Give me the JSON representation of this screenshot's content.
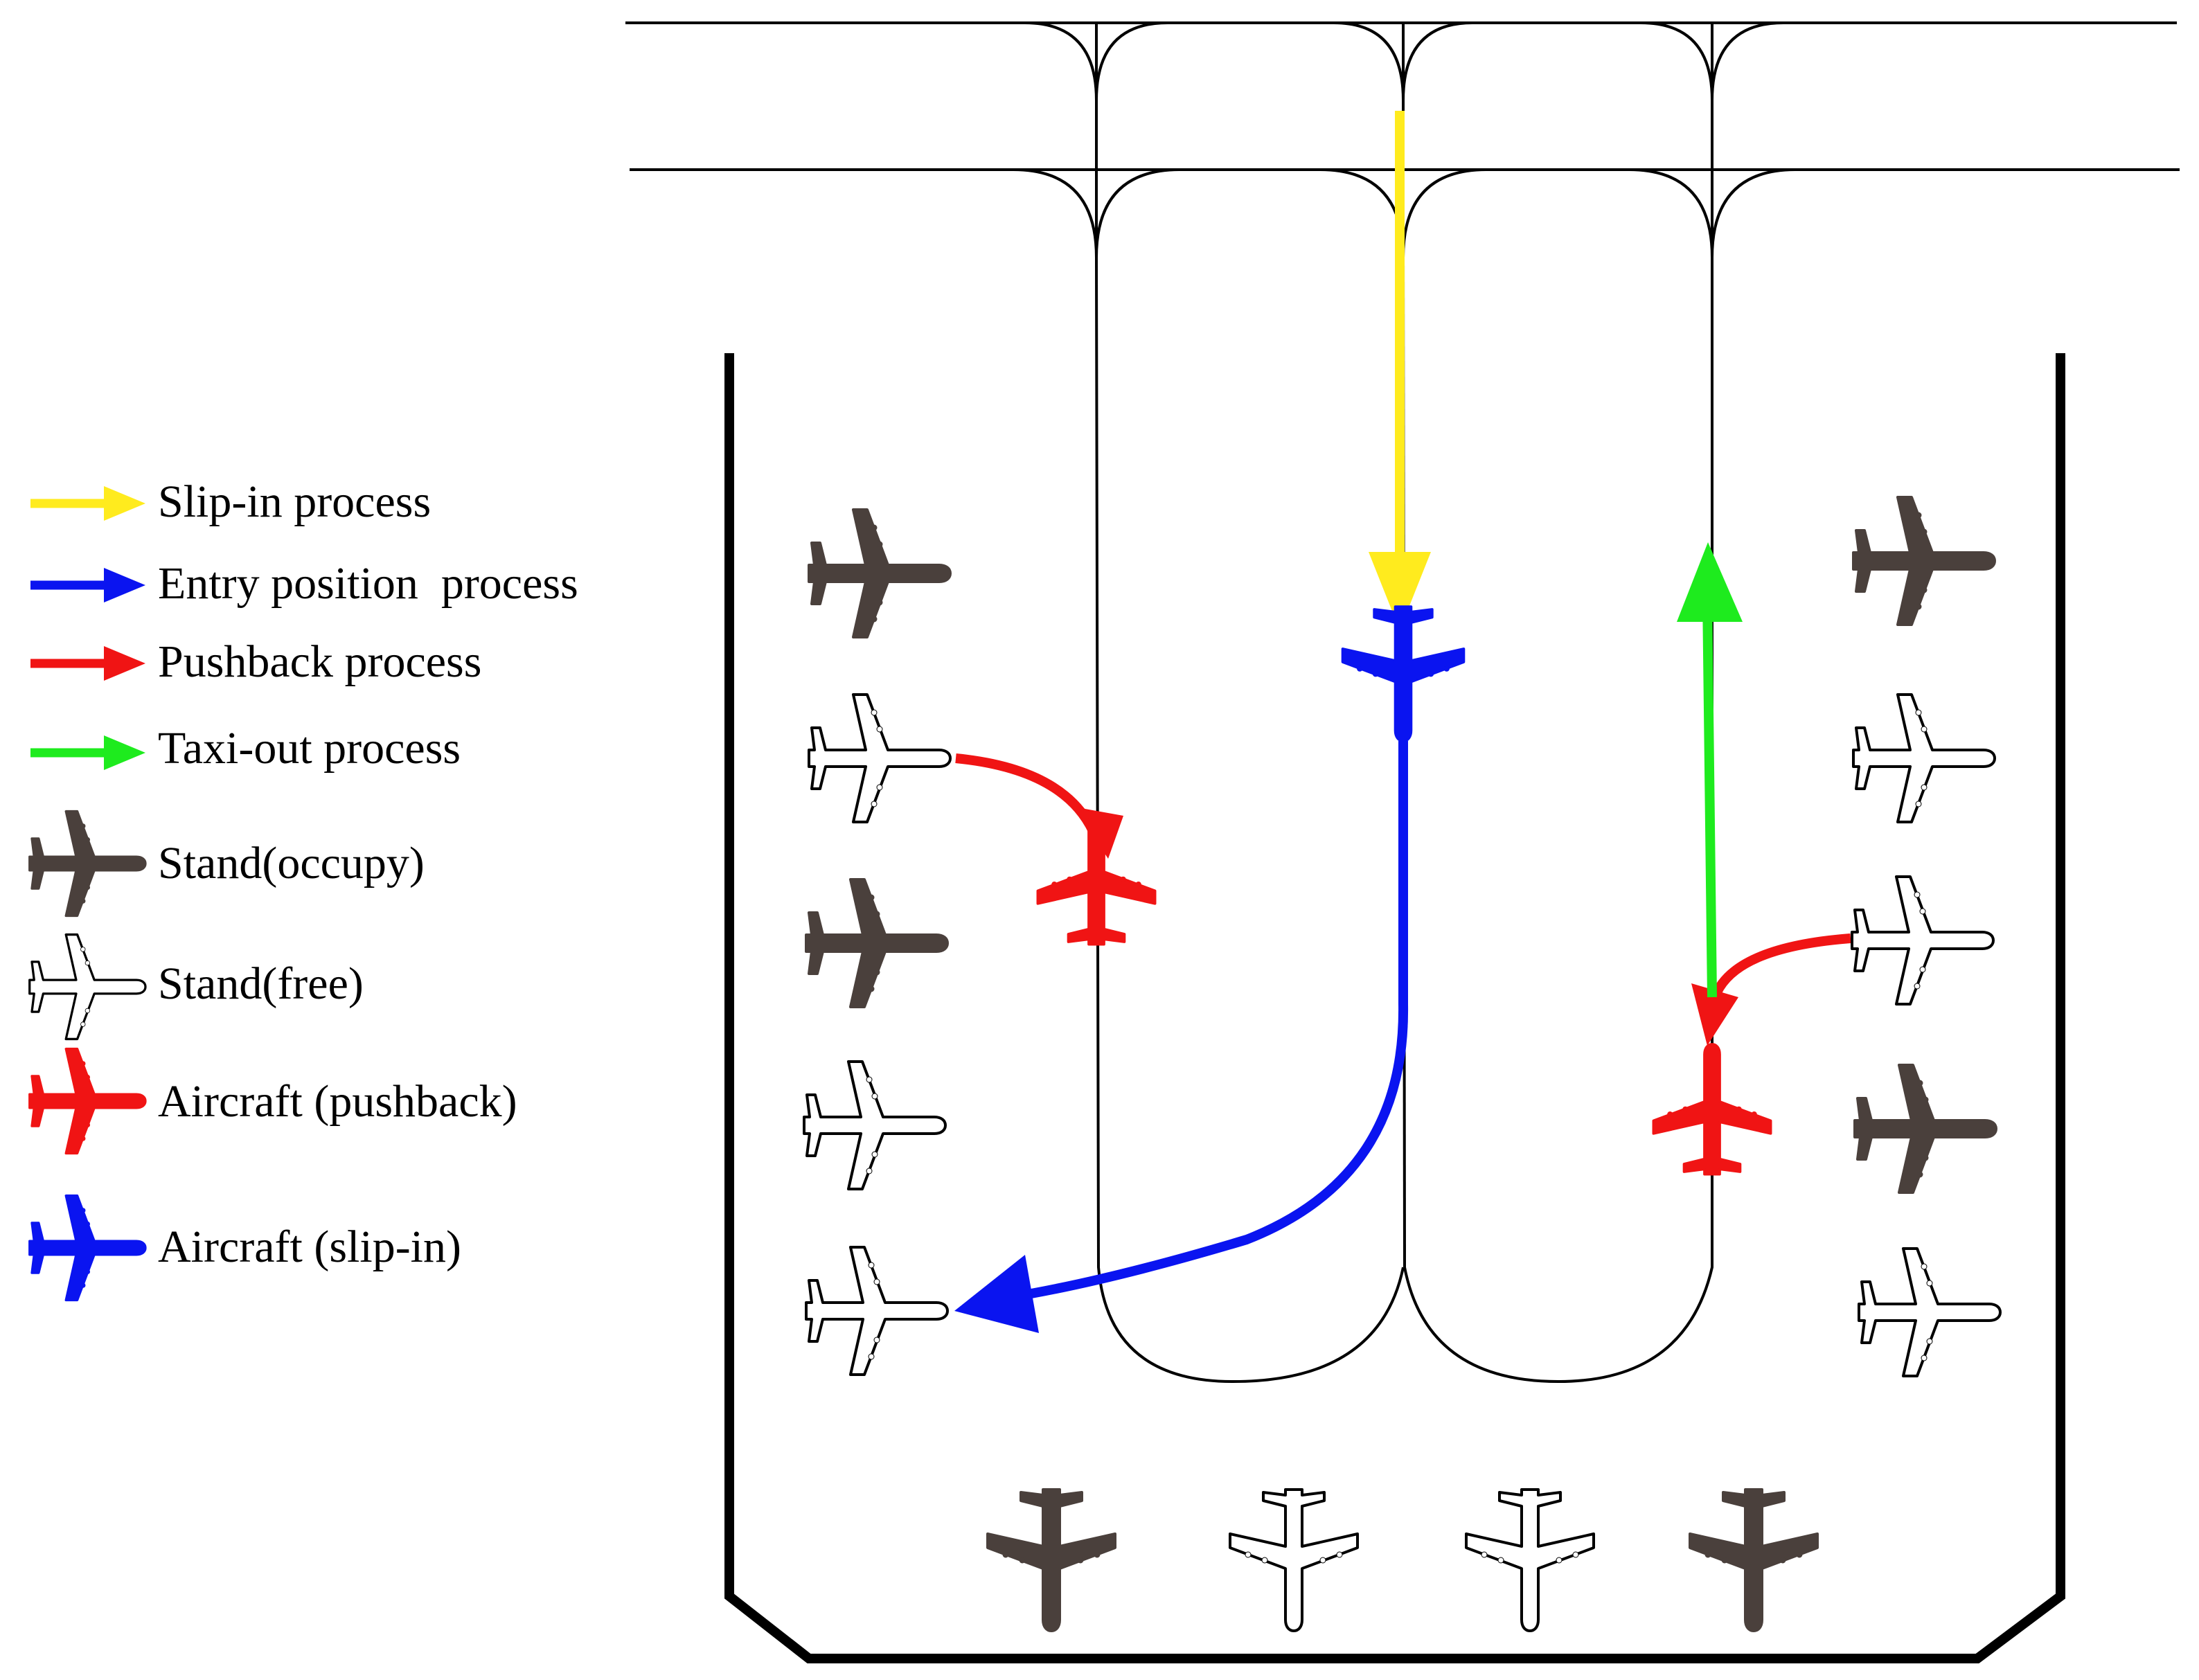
{
  "legend": {
    "slip_in": "Slip-in process",
    "entry_position": "Entry position  process",
    "pushback": "Pushback process",
    "taxi_out": "Taxi-out process",
    "stand_occupy": "Stand(occupy)",
    "stand_free": "Stand(free)",
    "aircraft_pushback": "Aircraft (pushback)",
    "aircraft_slip_in": "Aircraft (slip-in)"
  },
  "colors": {
    "slip_in": "#FFEB1E",
    "entry_position": "#0A14F0",
    "pushback": "#F01414",
    "taxi_out": "#1EEB1E",
    "stand_occupy": "#4A403C",
    "stand_free": "#FFFFFF",
    "line": "#000000"
  },
  "icons": {
    "occupied": "airplane-occupied-icon",
    "free": "airplane-free-icon",
    "pushback": "airplane-pushback-icon",
    "slip_in": "airplane-slip-in-icon"
  }
}
